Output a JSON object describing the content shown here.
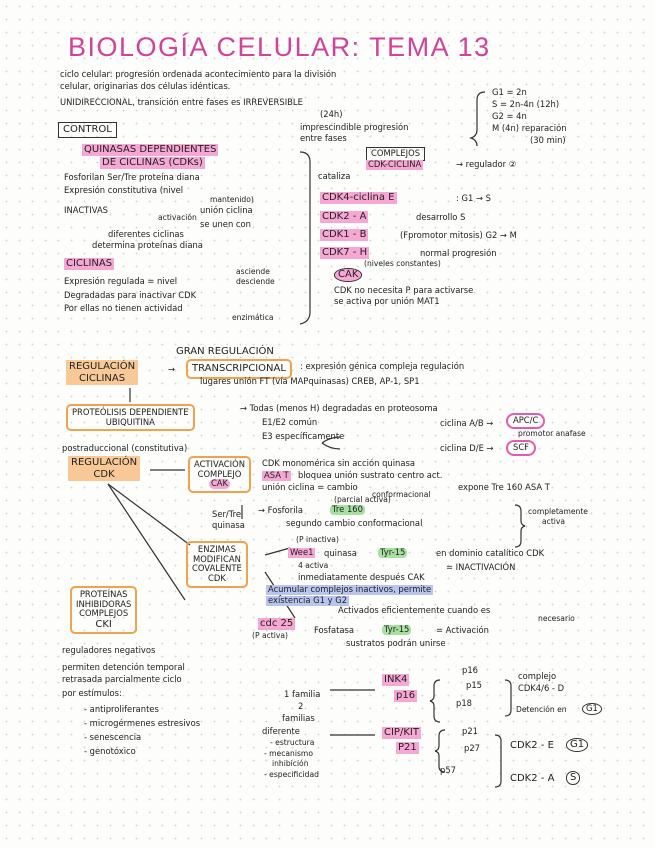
{
  "title": "BIOLOGÍA CELULAR: TEMA 13",
  "intro": {
    "l1": "ciclo celular: progresión ordenada acontecimiento para la división",
    "l2": "celular, originarias dos células idénticas.",
    "l3": "UNIDIRECCIONAL, transición entre fases es IRREVERSIBLE",
    "l3b": "(24h)",
    "l4": "imprescindible progresión",
    "l5": "entre fases",
    "phases": [
      "G1 = 2n",
      "S = 2n-4n (12h)",
      "G2 = 4n",
      "M (4n) reparación",
      "(30 min)"
    ]
  },
  "control": {
    "label": "CONTROL",
    "quinasas_title": "QUINASAS DEPENDIENTES",
    "quinasas_title2": "DE CICLINAS (CDKs)",
    "q1": "Fosforilan Ser/Tre proteína diana",
    "q2": "Expresión constitutiva (nivel",
    "q2b": "mantenido)",
    "q3": "INACTIVAS",
    "q3b": "unión ciclina",
    "q3c": "activación",
    "q4": "se unen con",
    "q5": "diferentes ciclinas",
    "q6": "determina proteínas diana",
    "ciclinas_title": "CICLINAS",
    "c1": "Expresión regulada = nivel",
    "c1b": "asciende",
    "c1c": "desciende",
    "c2": "Degradadas para inactivar CDK",
    "c3": "Por ellas no tienen actividad",
    "c3b": "enzimática",
    "complejos": "COMPLEJOS",
    "complejos2": "CDK-CICLINA",
    "regulador": "→ regulador ②",
    "cataliza": "cataliza",
    "k1": "CDK4-ciclina E",
    "k1b": ": G1 → S",
    "k2": "CDK2 - A",
    "k2b": "desarrollo S",
    "k3": "CDK1 - B",
    "k3b": "(Fpromotor mitosis) G2 → M",
    "k4": "CDK7 - H",
    "k4b": "normal progresión",
    "k4c": "(niveles constantes)",
    "cak": "CAK",
    "cak_note1": "CDK no necesita P para activarse",
    "cak_note2": "se activa por unión MAT1"
  },
  "gran": {
    "title": "GRAN REGULACIÓN",
    "reg_ciclinas": "REGULACIÓN",
    "reg_ciclinas2": "CICLINAS",
    "transcripcional": "TRANSCRIPCIONAL",
    "tr1": ": expresión génica compleja regulación",
    "tr2": "lugares unión FT (vía MAPquinasas) CREB, AP-1, SP1",
    "proteolisis": "PROTEÓLISIS DEPENDIENTE",
    "proteolisis2": "UBIQUITINA",
    "pr1": "→ Todas (menos H) degradadas en proteosoma",
    "pr2": "E1/E2 común",
    "pr3": "E3 específicamente",
    "pr4": "ciclina A/B →",
    "apc": "APC/C",
    "pr4b": "promotor anafase",
    "pr5": "ciclina D/E →",
    "scf": "SCF",
    "postrad": "postraduccional (constitutiva)",
    "reg_cdk": "REGULACIÓN",
    "reg_cdk2": "CDK",
    "activacion": "ACTIVACIÓN",
    "activacion2": "COMPLEJO",
    "activacion3": "CAK",
    "a1": "CDK monomérica sin acción quinasa",
    "a2": "ASA T",
    "a2b": "bloquea unión sustrato centro act.",
    "a3": "unión ciclina = cambio",
    "a3b": "conformacional",
    "a3c": "(parcial activa)",
    "a3d": "expone Tre 160 ASA T",
    "sertre": "Ser/Tre",
    "quinasa": "quinasa",
    "a4": "→ Fosforila",
    "tre160": "Tre 160",
    "a5": "segundo cambio conformacional",
    "a6": "completamente",
    "a6b": "activa",
    "enzimas": "ENZIMAS",
    "enzimas2": "MODIFICAN",
    "enzimas3": "COVALENTE",
    "enzimas4": "CDK",
    "e0": "(P inactiva)",
    "wee1": "Wee1",
    "e1": "quinasa",
    "tyr15": "Tyr-15",
    "e1b": "en dominio catalítico CDK",
    "e2": "4 activa",
    "e2b": "= INACTIVACIÓN",
    "e3": "inmediatamente después CAK",
    "e4": "Acumular complejos inactivos, permite",
    "e5": "existencia G1 y G2",
    "e6": "Activados eficientemente cuando es",
    "e6b": "necesario",
    "cdc25": "cdc 25",
    "cdc25b": "(P activa)",
    "e7": "Fosfatasa",
    "tyr15b": "Tyr-15",
    "e7b": "= Activación",
    "e8": "sustratos podrán unirse"
  },
  "cki": {
    "box1": "PROTEÍNAS",
    "box2": "INHIBIDORAS",
    "box3": "COMPLEJOS",
    "box4": "CKI",
    "r1": "reguladores negativos",
    "r2": "permiten detención temporal",
    "r3": "retrasada parcialmente ciclo",
    "r4": "por estímulos:",
    "list": [
      "- antiproliferantes",
      "- microgérmenes estresivos",
      "- senescencia",
      "- genotóxico"
    ],
    "n1": "1 familia",
    "n2": "2",
    "n3": "familias",
    "n4": "diferente",
    "n5": "- estructura",
    "n6": "- mecanismo",
    "n7": "inhibición",
    "n8": "- especificidad",
    "ink4": "INK4",
    "p16big": "p16",
    "ink_list": [
      "p16",
      "p15",
      "p18"
    ],
    "ink_r1": "complejo",
    "ink_r2": "CDK4/6 - D",
    "ink_r3": "Detención en",
    "g1": "G1",
    "cip": "CIP/KIT",
    "p21big": "P21",
    "cip_list": [
      "p21",
      "p27",
      "p57"
    ],
    "cip_r1": "CDK2 - E",
    "cip_r2": "CDK2 - A",
    "s": "S"
  }
}
